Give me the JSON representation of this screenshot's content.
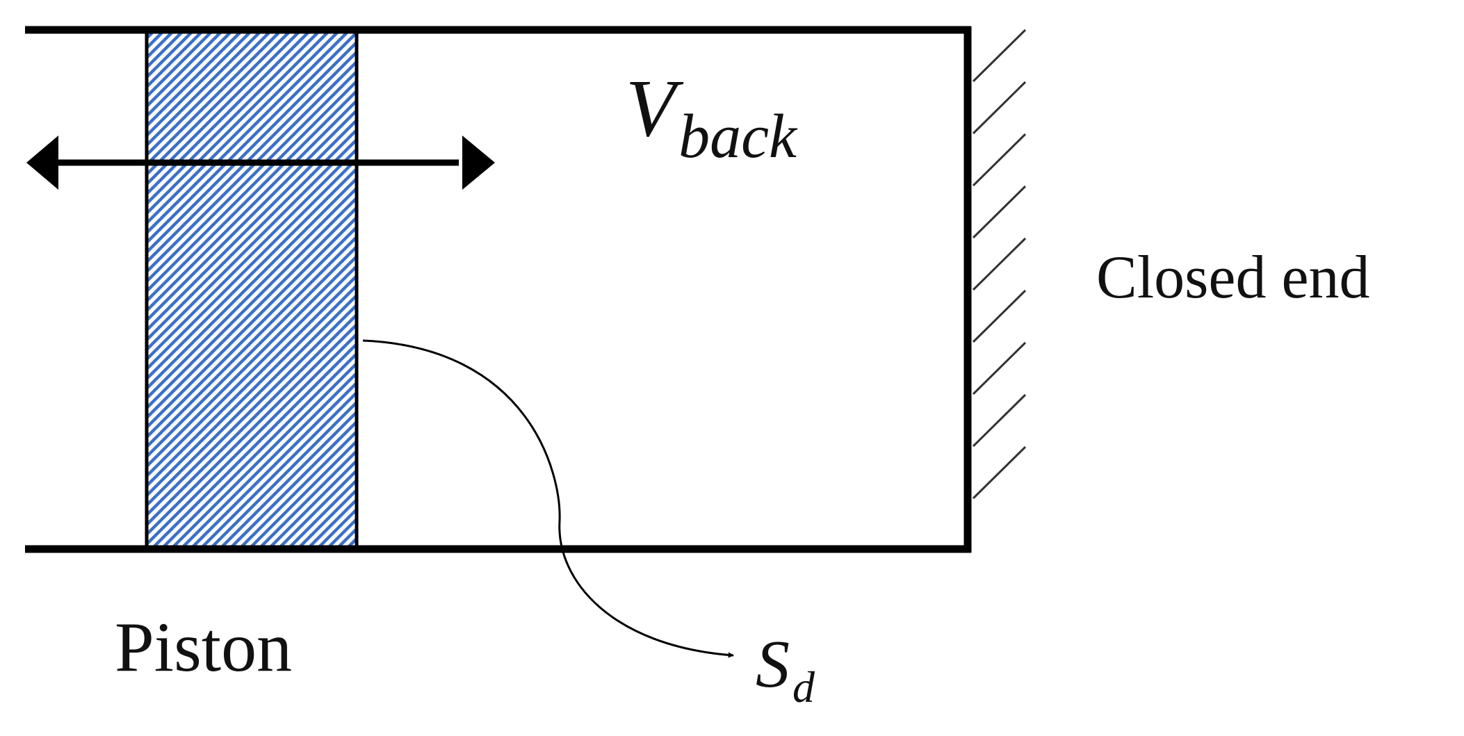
{
  "labels": {
    "volume_main": "V",
    "volume_sub": "back",
    "closed_end": "Closed end",
    "piston": "Piston",
    "surface_main": "S",
    "surface_sub": "d"
  },
  "colors": {
    "outline": "#000000",
    "piston_hatch": "#3b6fc9",
    "wall_hatch": "#333333"
  }
}
